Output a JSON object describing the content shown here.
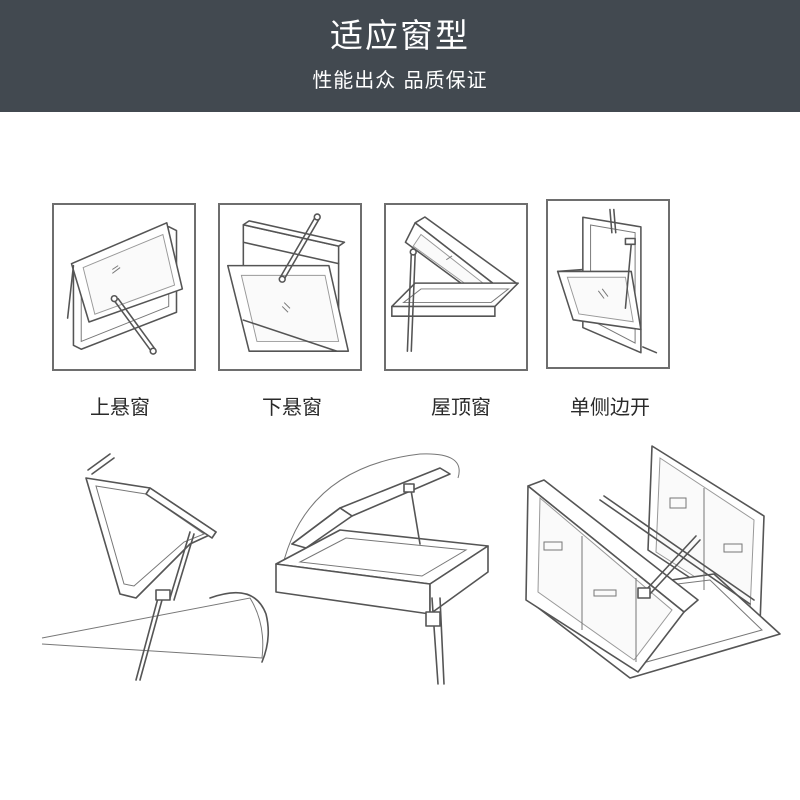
{
  "header": {
    "title": "适应窗型",
    "subtitle": "性能出众 品质保证"
  },
  "window_types": [
    {
      "label": "上悬窗"
    },
    {
      "label": "下悬窗"
    },
    {
      "label": "屋顶窗"
    },
    {
      "label": "单侧边开"
    }
  ],
  "colors": {
    "header_bg": "#424950",
    "header_text": "#ffffff",
    "panel_border": "#6e6e6e",
    "line_art": "#555555"
  }
}
